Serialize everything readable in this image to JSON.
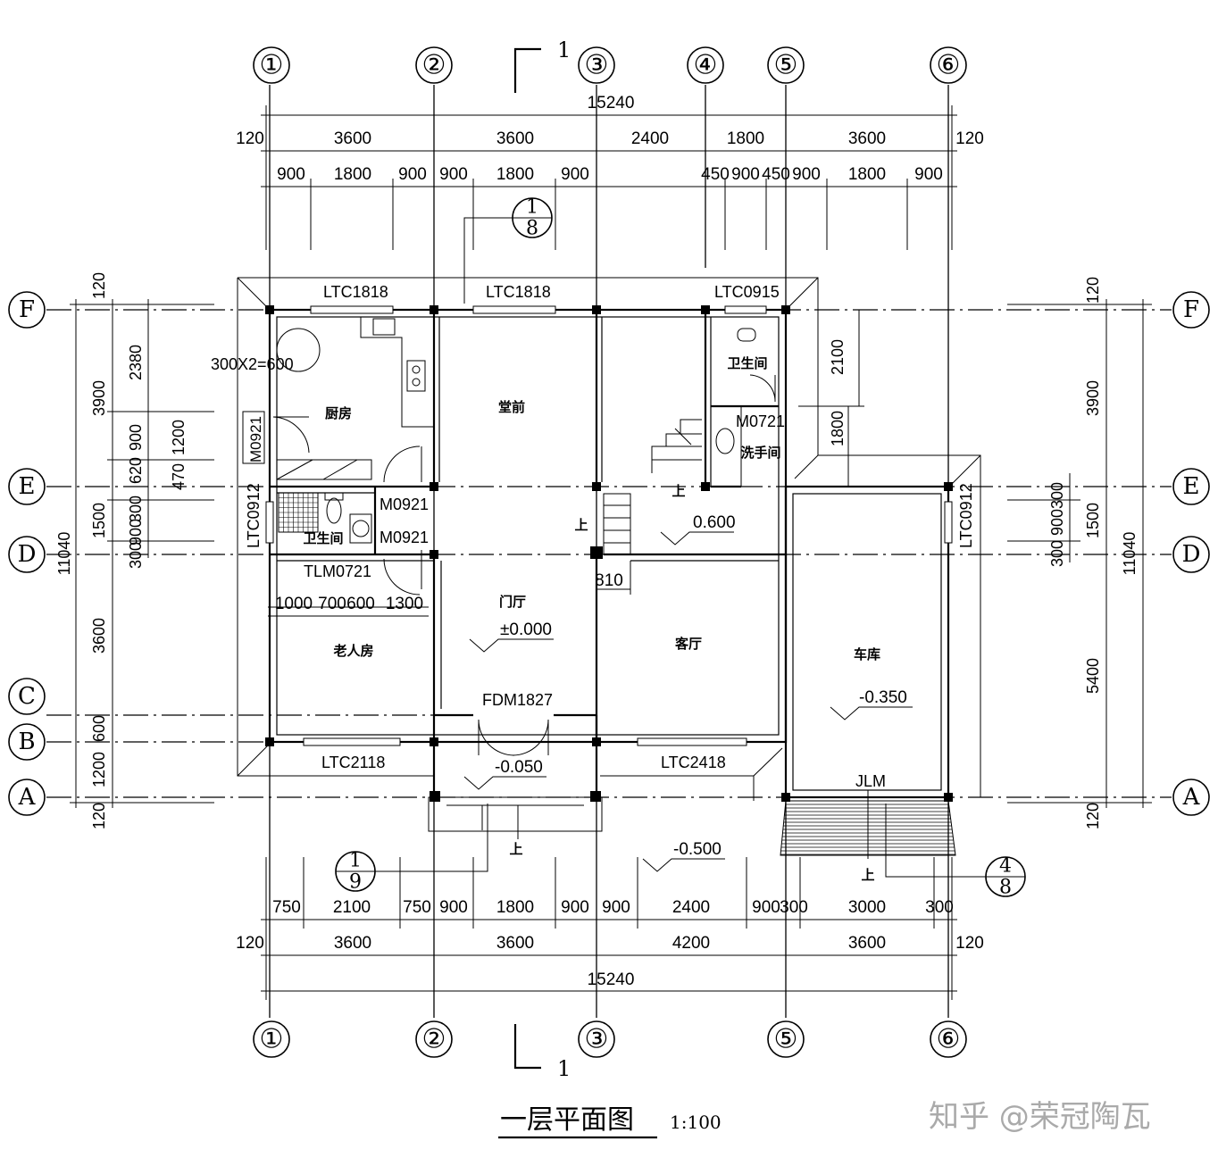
{
  "axes": {
    "numbered": [
      "①",
      "②",
      "③",
      "④",
      "⑤",
      "⑥"
    ],
    "lettered": [
      "A",
      "B",
      "C",
      "D",
      "E",
      "F"
    ]
  },
  "top_dims": {
    "total": "15240",
    "row1": [
      "120",
      "3600",
      "3600",
      "2400",
      "1800",
      "3600",
      "120"
    ],
    "row2": [
      "900",
      "1800",
      "900",
      "900",
      "1800",
      "900",
      "450",
      "900",
      "450",
      "900",
      "1800",
      "900"
    ]
  },
  "bottom_dims": {
    "total": "15240",
    "row1": [
      "120",
      "3600",
      "3600",
      "4200",
      "3600",
      "120"
    ],
    "row2": [
      "750",
      "2100",
      "750",
      "900",
      "1800",
      "900",
      "900",
      "2400",
      "900",
      "300",
      "3000",
      "300"
    ]
  },
  "left_dims": {
    "total": "11040",
    "outer": [
      "120",
      "3900",
      "1500",
      "3600",
      "600",
      "1200",
      "120"
    ],
    "inner": [
      "2380",
      "900",
      "620",
      "300",
      "900",
      "300"
    ],
    "stair": [
      "1200",
      "470"
    ]
  },
  "right_dims": {
    "total": "11040",
    "outer": [
      "120",
      "3900",
      "1500",
      "5400",
      "120"
    ],
    "inner": [
      "300",
      "900",
      "300"
    ]
  },
  "windows": [
    "LTC1818",
    "LTC1818",
    "LTC0915",
    "LTC0912",
    "LTC0912",
    "LTC2118",
    "LTC2418"
  ],
  "doors": [
    "M0921",
    "M0921",
    "M0921",
    "M0721",
    "TLM0721",
    "FDM1827",
    "JLM"
  ],
  "rooms": {
    "kitchen": "厨房",
    "hall": "堂前",
    "wc_top": "卫生间",
    "washroom": "洗手间",
    "wc_left": "卫生间",
    "foyer": "门厅",
    "elder_room": "老人房",
    "living": "客厅",
    "garage": "车库"
  },
  "elevations": [
    "±0.000",
    "0.600",
    "-0.350",
    "-0.050",
    "-0.500"
  ],
  "notes": {
    "tile": "300X2=600",
    "inner_dims": [
      "1000",
      "700",
      "600",
      "1300",
      "810"
    ],
    "wc_dims": [
      "2100",
      "1800"
    ],
    "up": "上"
  },
  "sections": {
    "cut_label": "1",
    "detail_top": {
      "num": "1",
      "sheet": "8"
    },
    "detail_bottom": {
      "num": "1",
      "sheet": "9"
    },
    "detail_right": {
      "num": "4",
      "sheet": "8"
    }
  },
  "title": "一层平面图",
  "scale": "1:100",
  "watermark": "知乎 @荣冠陶瓦"
}
